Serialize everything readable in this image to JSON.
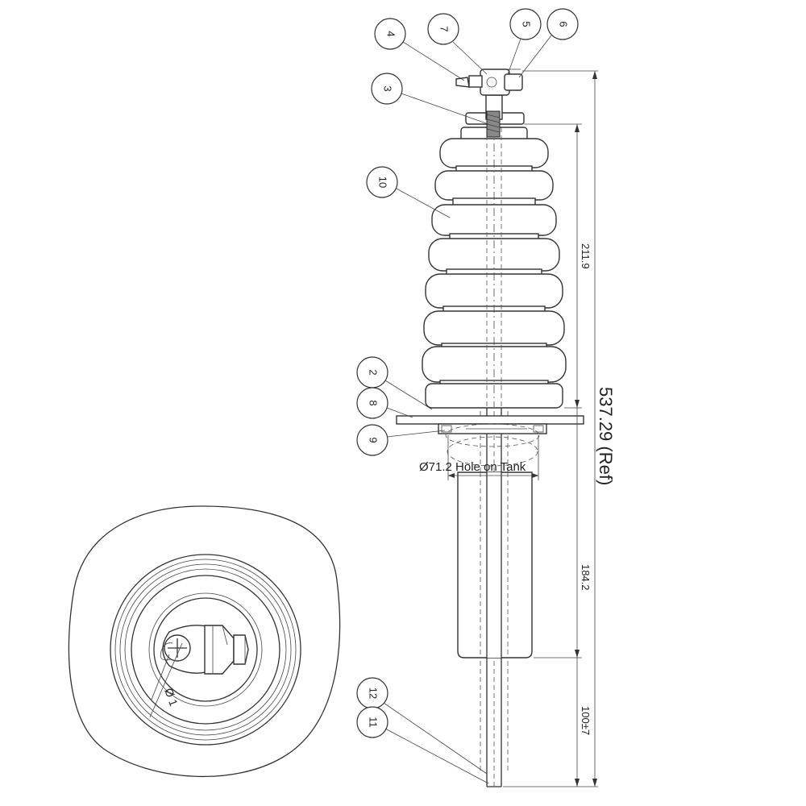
{
  "balloons": {
    "b4": "4",
    "b7": "7",
    "b5": "5",
    "b6": "6",
    "b3": "3",
    "b10": "10",
    "b2": "2",
    "b8": "8",
    "b9": "9",
    "b12": "12",
    "b11": "11"
  },
  "dimensions": {
    "total": "537.29 (Ref)",
    "upper": "211.9",
    "lower": "184.2",
    "bottom": "100±7",
    "hole": "Ø71.2 Hole on Tank"
  },
  "plan_view": {
    "diameter": "Ø 1"
  }
}
